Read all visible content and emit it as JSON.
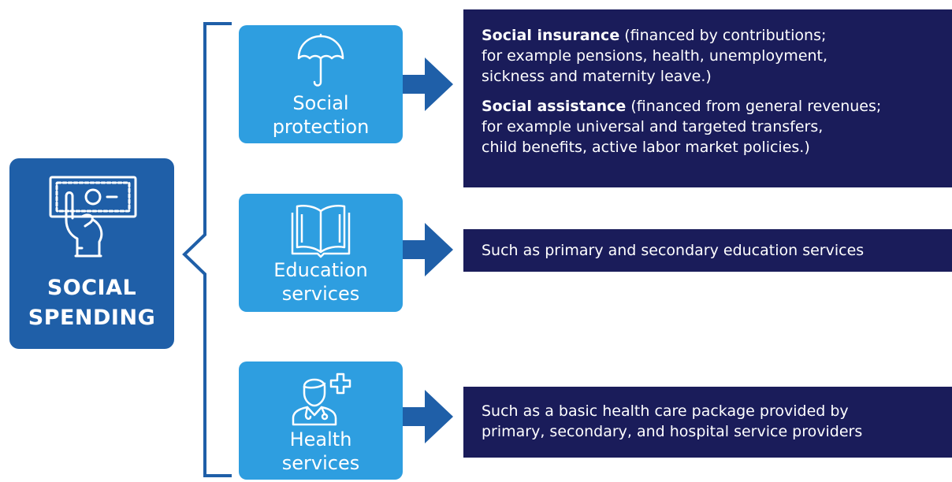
{
  "main": {
    "title_line1": "SOCIAL",
    "title_line2": "SPENDING",
    "icon": "money-in-hand-icon"
  },
  "categories": [
    {
      "line1": "Social",
      "line2": "protection",
      "icon": "umbrella-icon"
    },
    {
      "line1": "Education",
      "line2": "services",
      "icon": "open-book-icon"
    },
    {
      "line1": "Health",
      "line2": "services",
      "icon": "doctor-plus-icon"
    }
  ],
  "descriptions": {
    "social": {
      "p1_bold": "Social insurance",
      "p1_line1_rest": " (financed by contributions;",
      "p1_line2": "for example pensions, health, unemployment,",
      "p1_line3": "sickness and maternity leave.)",
      "p2_bold": "Social assistance",
      "p2_line1_rest": " (financed from general revenues;",
      "p2_line2": "for example universal and targeted transfers,",
      "p2_line3": "child benefits, active labor market policies.)"
    },
    "education": {
      "line1": "Such as primary and secondary education services"
    },
    "health": {
      "line1": "Such as a basic health care package provided by",
      "line2": "primary, secondary, and hospital service providers"
    }
  },
  "colors": {
    "dark_blue": "#1f5fa8",
    "light_blue": "#2e9ee0",
    "navy": "#1a1c5a"
  }
}
